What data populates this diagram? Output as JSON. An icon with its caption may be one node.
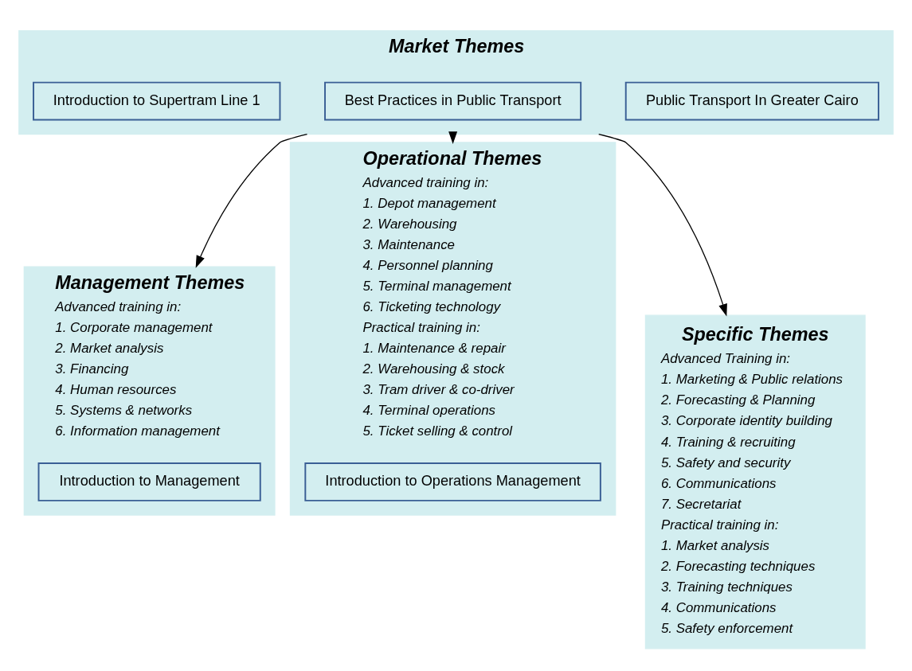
{
  "diagram": {
    "nodes": [
      {
        "text": [
          "Market Themes"
        ]
      },
      {
        "text": [
          "Public Transport In Greater Cairo"
        ],
        "in": 0
      },
      {
        "text": [
          "Best Practices in Public Transport"
        ],
        "in": 0
      },
      {
        "text": [
          "Introduction to Supertram Line 1"
        ],
        "in": 0
      },
      {
        "text": [
          "Management Themes",
          "Advanced training in:",
          "1. Corporate management",
          "2. Market analysis",
          "3. Financing",
          "4. Human resources",
          "5. Systems & networks",
          "6. Information management"
        ]
      },
      {
        "text": [
          "Introduction to Management"
        ],
        "in": 4
      },
      {
        "text": [
          "Operational Themes",
          "Advanced training in:",
          "1. Depot management",
          "2. Warehousing",
          "3. Maintenance",
          "4. Personnel planning",
          "5. Terminal management",
          "6. Ticketing technology",
          "Practical training in:",
          "1. Maintenance & repair",
          "2. Warehousing & stock",
          "3. Tram driver & co-driver",
          "4. Terminal operations",
          "5. Ticket selling & control"
        ]
      },
      {
        "text": [
          "Introduction to Operations Management"
        ],
        "in": 6
      },
      {
        "text": [
          "Specific Themes",
          "Advanced Training in:",
          "1. Marketing & Public relations",
          "2. Forecasting & Planning",
          "3. Corporate identity building",
          "4. Training & recruiting",
          "5. Safety and security",
          "6. Communications",
          "7. Secretariat",
          "Practical training in:",
          "1. Market analysis",
          "2. Forecasting techniques",
          "3. Training techniques",
          "4. Communications",
          "5. Safety enforcement"
        ]
      }
    ],
    "edges": [
      {
        "from": 0,
        "to": 4,
        "arrow": "to"
      },
      {
        "from": 0,
        "to": 6,
        "arrow": "to"
      },
      {
        "from": 0,
        "to": 8,
        "arrow": "to"
      }
    ]
  }
}
